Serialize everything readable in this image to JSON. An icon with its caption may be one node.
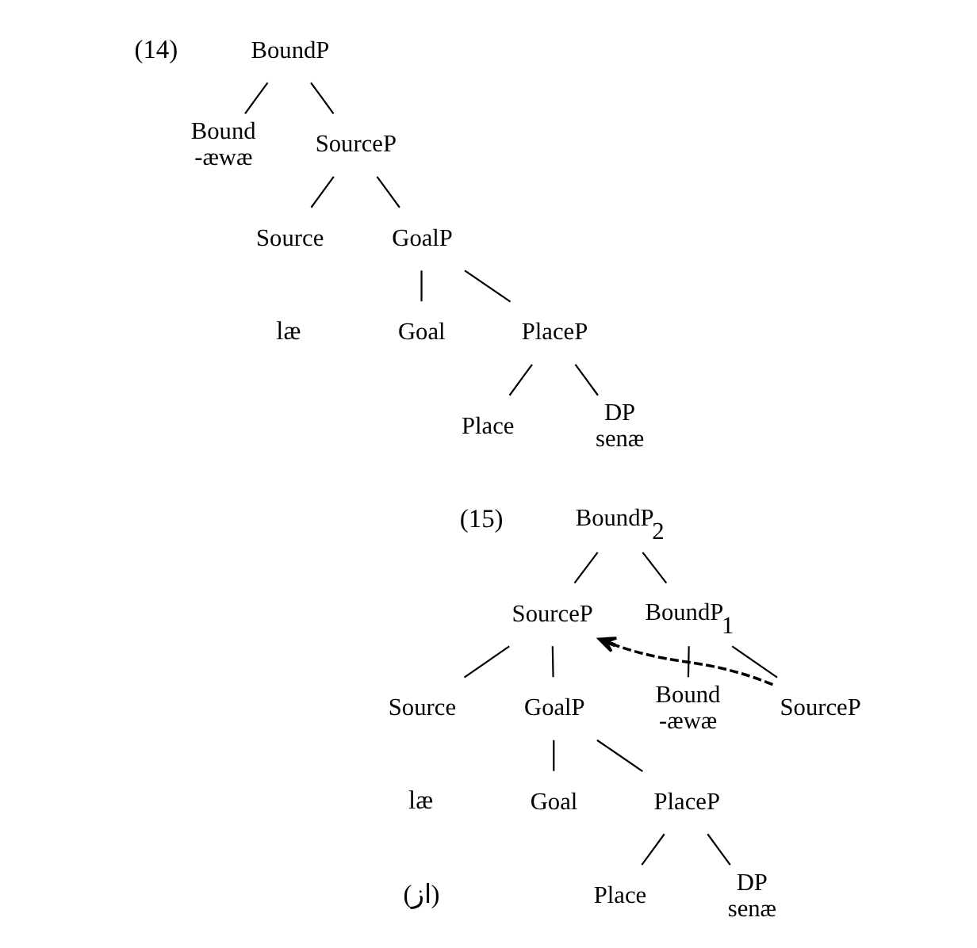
{
  "diagram": {
    "nodes": [
      {
        "text": [
          "BoundP"
        ]
      },
      {
        "text": [
          "Bound",
          "-æwæ"
        ]
      },
      {
        "text": [
          "SourceP"
        ]
      },
      {
        "text": [
          "Source"
        ]
      },
      {
        "text": [
          "GoalP"
        ]
      },
      {
        "text": [
          "Goal"
        ]
      },
      {
        "text": [
          "PlaceP"
        ]
      },
      {
        "text": [
          "Place"
        ]
      },
      {
        "text": [
          "DP",
          "senæ"
        ]
      },
      {
        "text": [
          "BoundP$_{2}$"
        ]
      },
      {
        "text": [
          "SourceP"
        ]
      },
      {
        "text": [
          "Source"
        ]
      },
      {
        "text": [
          "GoalP"
        ]
      },
      {
        "text": [
          "Goal"
        ]
      },
      {
        "text": [
          "PlaceP"
        ]
      },
      {
        "text": [
          "Place"
        ]
      },
      {
        "text": [
          "DP",
          "senæ"
        ]
      },
      {
        "text": [
          "BoundP$_{1}$"
        ]
      },
      {
        "text": [
          "Bound",
          "-æwæ"
        ]
      },
      {
        "text": [
          "SourceP"
        ]
      }
    ],
    "edges": [
      {
        "from": 0,
        "to": 1,
        "arrow": "none"
      },
      {
        "from": 0,
        "to": 2,
        "arrow": "none"
      },
      {
        "from": 2,
        "to": 3,
        "arrow": "none"
      },
      {
        "from": 2,
        "to": 4,
        "arrow": "none"
      },
      {
        "from": 4,
        "to": 5,
        "arrow": "none"
      },
      {
        "from": 4,
        "to": 6,
        "arrow": "none"
      },
      {
        "from": 6,
        "to": 7,
        "arrow": "none"
      },
      {
        "from": 6,
        "to": 8,
        "arrow": "none"
      },
      {
        "from": 9,
        "to": 10,
        "arrow": "none"
      },
      {
        "from": 9,
        "to": 17,
        "arrow": "none"
      },
      {
        "from": 10,
        "to": 11,
        "arrow": "none"
      },
      {
        "from": 10,
        "to": 12,
        "arrow": "none"
      },
      {
        "from": 12,
        "to": 13,
        "arrow": "none"
      },
      {
        "from": 12,
        "to": 14,
        "arrow": "none"
      },
      {
        "from": 14,
        "to": 15,
        "arrow": "none"
      },
      {
        "from": 14,
        "to": 16,
        "arrow": "none"
      },
      {
        "from": 17,
        "to": 18,
        "arrow": "none"
      },
      {
        "from": 17,
        "to": 19,
        "arrow": "none"
      },
      {
        "from": 19,
        "to": 10,
        "arrow": "to",
        "style": "dashed"
      }
    ],
    "labels": [
      "(14)",
      "læ",
      "(15)",
      "læ",
      "(از)"
    ]
  }
}
